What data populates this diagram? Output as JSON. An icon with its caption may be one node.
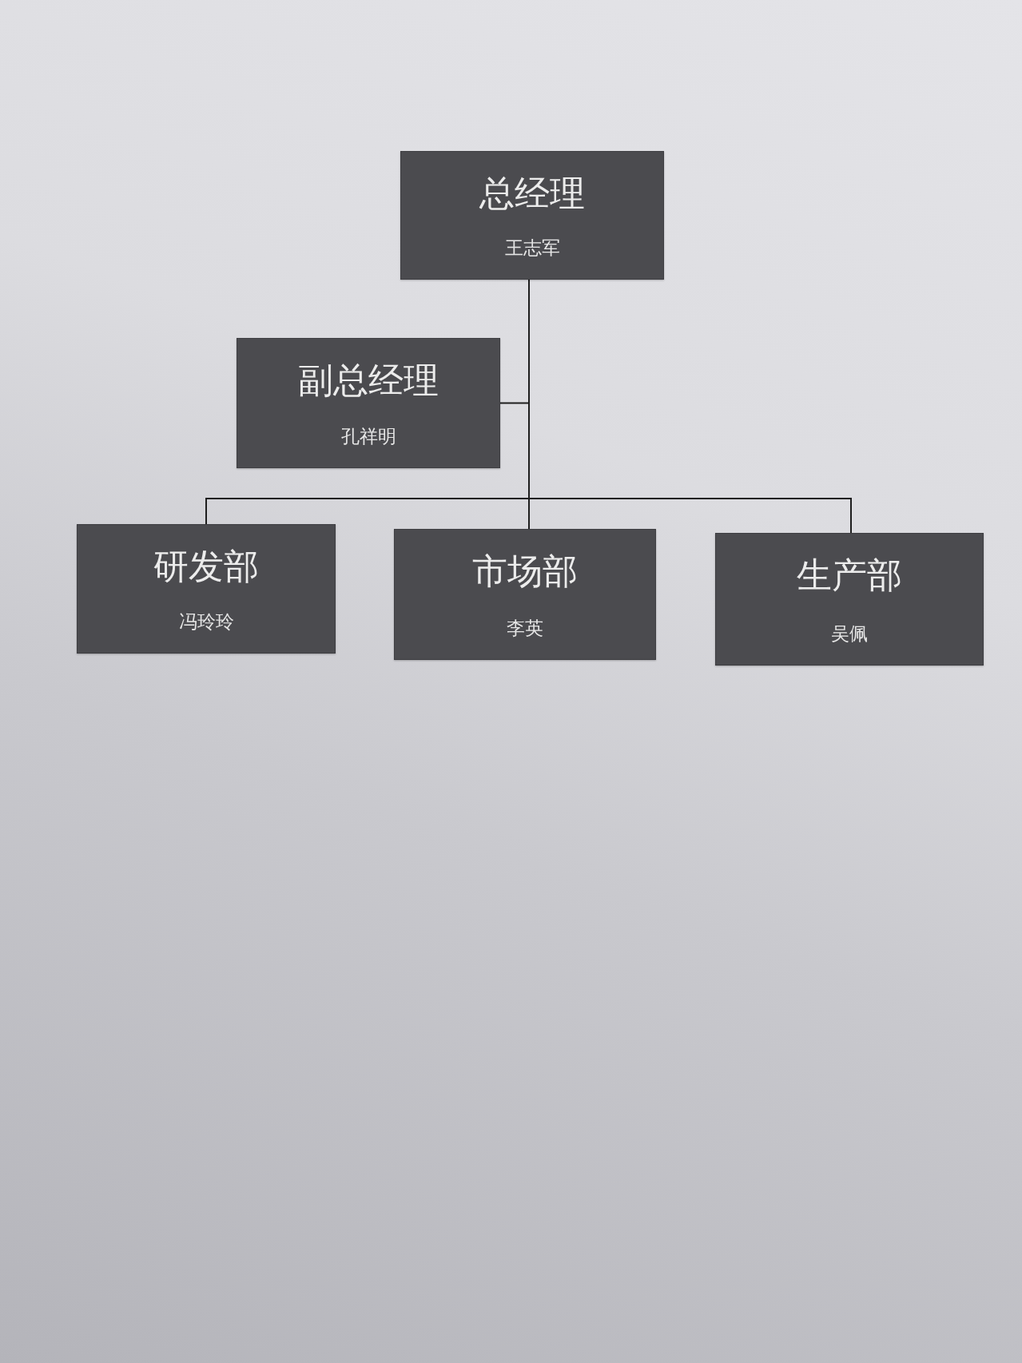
{
  "diagram": {
    "nodes": [
      {
        "text": [
          "总经理",
          "王志军"
        ]
      },
      {
        "text": [
          "副总经理",
          "孔祥明"
        ]
      },
      {
        "text": [
          "研发部",
          "冯玲玲"
        ]
      },
      {
        "text": [
          "市场部",
          "李英"
        ]
      },
      {
        "text": [
          "生产部",
          "吴佩"
        ]
      }
    ],
    "edges": [
      {
        "from": 0,
        "to": 1,
        "arrow": "none"
      },
      {
        "from": 0,
        "to": 2,
        "arrow": "none"
      },
      {
        "from": 0,
        "to": 3,
        "arrow": "none"
      },
      {
        "from": 0,
        "to": 4,
        "arrow": "none"
      }
    ]
  }
}
